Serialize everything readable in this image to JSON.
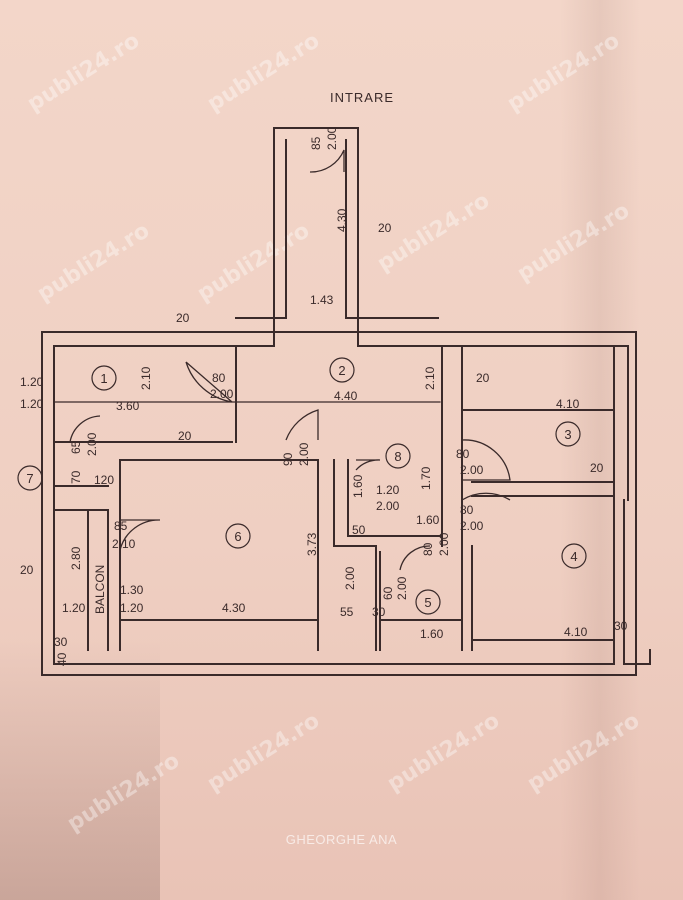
{
  "title": "INTRARE",
  "signature": "GHEORGHE ANA",
  "watermark": "publi24.ro",
  "colors": {
    "ink": "#3a2a2a",
    "paper": "#f3d6c9"
  },
  "rooms": [
    {
      "number": "1"
    },
    {
      "number": "2"
    },
    {
      "number": "3"
    },
    {
      "number": "4"
    },
    {
      "number": "5"
    },
    {
      "number": "6"
    },
    {
      "number": "7"
    },
    {
      "number": "8"
    }
  ],
  "dimensions": [
    {
      "text": "85"
    },
    {
      "text": "2.00"
    },
    {
      "text": "4.30"
    },
    {
      "text": "20"
    },
    {
      "text": "1.43"
    },
    {
      "text": "20"
    },
    {
      "text": "2.10"
    },
    {
      "text": "80"
    },
    {
      "text": "2.00"
    },
    {
      "text": "2.10"
    },
    {
      "text": "20"
    },
    {
      "text": "1.20"
    },
    {
      "text": "1.20"
    },
    {
      "text": "3.60"
    },
    {
      "text": "4.40"
    },
    {
      "text": "4.10"
    },
    {
      "text": "65"
    },
    {
      "text": "2.00"
    },
    {
      "text": "20"
    },
    {
      "text": "90"
    },
    {
      "text": "2.00"
    },
    {
      "text": "80"
    },
    {
      "text": "2.00"
    },
    {
      "text": "20"
    },
    {
      "text": "70"
    },
    {
      "text": "120"
    },
    {
      "text": "1.60"
    },
    {
      "text": "1.20"
    },
    {
      "text": "2.00"
    },
    {
      "text": "1.70"
    },
    {
      "text": "85"
    },
    {
      "text": "2.10"
    },
    {
      "text": "50"
    },
    {
      "text": "1.60"
    },
    {
      "text": "80"
    },
    {
      "text": "2.00"
    },
    {
      "text": "3.73"
    },
    {
      "text": "2.80"
    },
    {
      "text": "80"
    },
    {
      "text": "2.00"
    },
    {
      "text": "20"
    },
    {
      "text": "BALCON"
    },
    {
      "text": "1.30"
    },
    {
      "text": "1.20"
    },
    {
      "text": "2.00"
    },
    {
      "text": "60"
    },
    {
      "text": "2.00"
    },
    {
      "text": "1.20"
    },
    {
      "text": "4.30"
    },
    {
      "text": "55"
    },
    {
      "text": "30"
    },
    {
      "text": "1.60"
    },
    {
      "text": "4.10"
    },
    {
      "text": "30"
    },
    {
      "text": "30"
    },
    {
      "text": "40"
    }
  ]
}
